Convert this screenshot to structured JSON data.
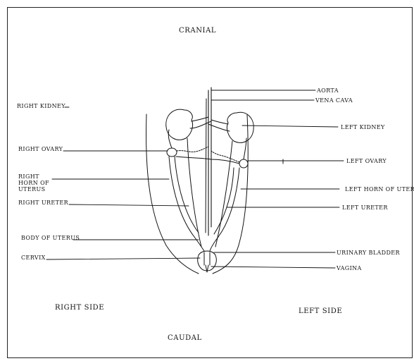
{
  "orientation": {
    "cranial": "CRANIAL",
    "caudal": "CAUDAL",
    "right_side": "RIGHT SIDE",
    "left_side": "LEFT SIDE"
  },
  "labels_right": [
    "RIGHT KIDNEY",
    "RIGHT OVARY",
    "RIGHT HORN OF UTERUS",
    "RIGHT URETER",
    "BODY OF UTERUS",
    "CERVIX"
  ],
  "labels_left": [
    "AORTA",
    "VENA CAVA",
    "LEFT KIDNEY",
    "LEFT OVARY",
    "LEFT HORN OF UTERUS",
    "LEFT URETER",
    "URINARY BLADDER",
    "VAGINA"
  ]
}
